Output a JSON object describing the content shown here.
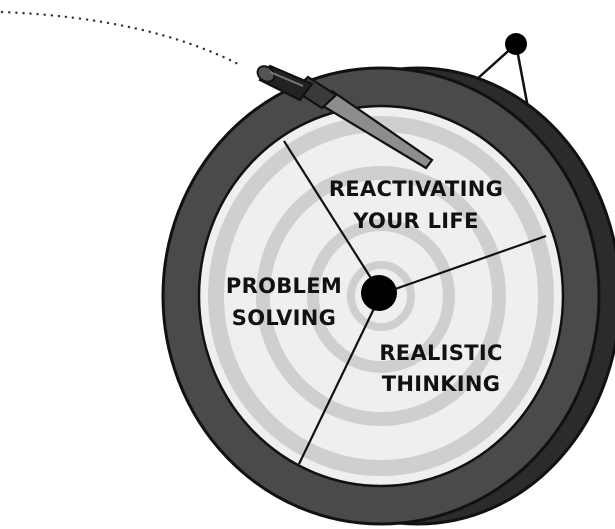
{
  "diagram": {
    "segments": [
      {
        "id": "reactivating",
        "lines": [
          "REACTIVATING",
          "YOUR LIFE"
        ]
      },
      {
        "id": "problem-solving",
        "lines": [
          "PROBLEM",
          "SOLVING"
        ]
      },
      {
        "id": "realistic-thinking",
        "lines": [
          "REALISTIC",
          "THINKING"
        ]
      }
    ]
  },
  "colors": {
    "tire_side": "#2b2b2b",
    "tire_face": "#4a4a4a",
    "tire_outline": "#111111",
    "face_light": "#efefef",
    "ring_gray": "#d0d0d0",
    "hub": "#000000",
    "line": "#111111"
  },
  "icons": {
    "dart": "dart-icon",
    "target_hub": "bullseye-icon",
    "hanging_pin": "pin-icon",
    "flight_path": "dotted-trajectory"
  }
}
